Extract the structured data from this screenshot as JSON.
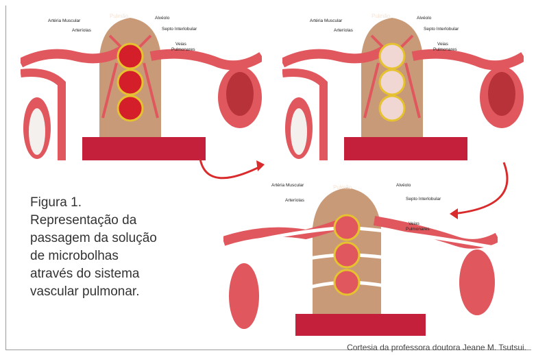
{
  "caption": {
    "line1": "Figura 1.",
    "line2": "Representação da",
    "line3": "passagem da solução",
    "line4": "de microbolhas",
    "line5": "através do sistema",
    "line6": "vascular pulmonar."
  },
  "credit": "Cortesia da professora doutora Jeane M. Tsutsui.",
  "labels": {
    "arteria_muscular": "Artéria Muscular",
    "arteriolas": "Arteríolas",
    "pulmao": "Pulmão",
    "alveolo": "Alvéolo",
    "septo": "Septo Interlobular",
    "veias": "Veias",
    "pulmonares": "Pulmonares"
  },
  "colors": {
    "vessel": "#e0585e",
    "vessel_dark": "#b8323a",
    "lung": "#c99a78",
    "alveolus_border": "#e6c230",
    "blood_band": "#c4203c",
    "arrow": "#d92b2b"
  }
}
